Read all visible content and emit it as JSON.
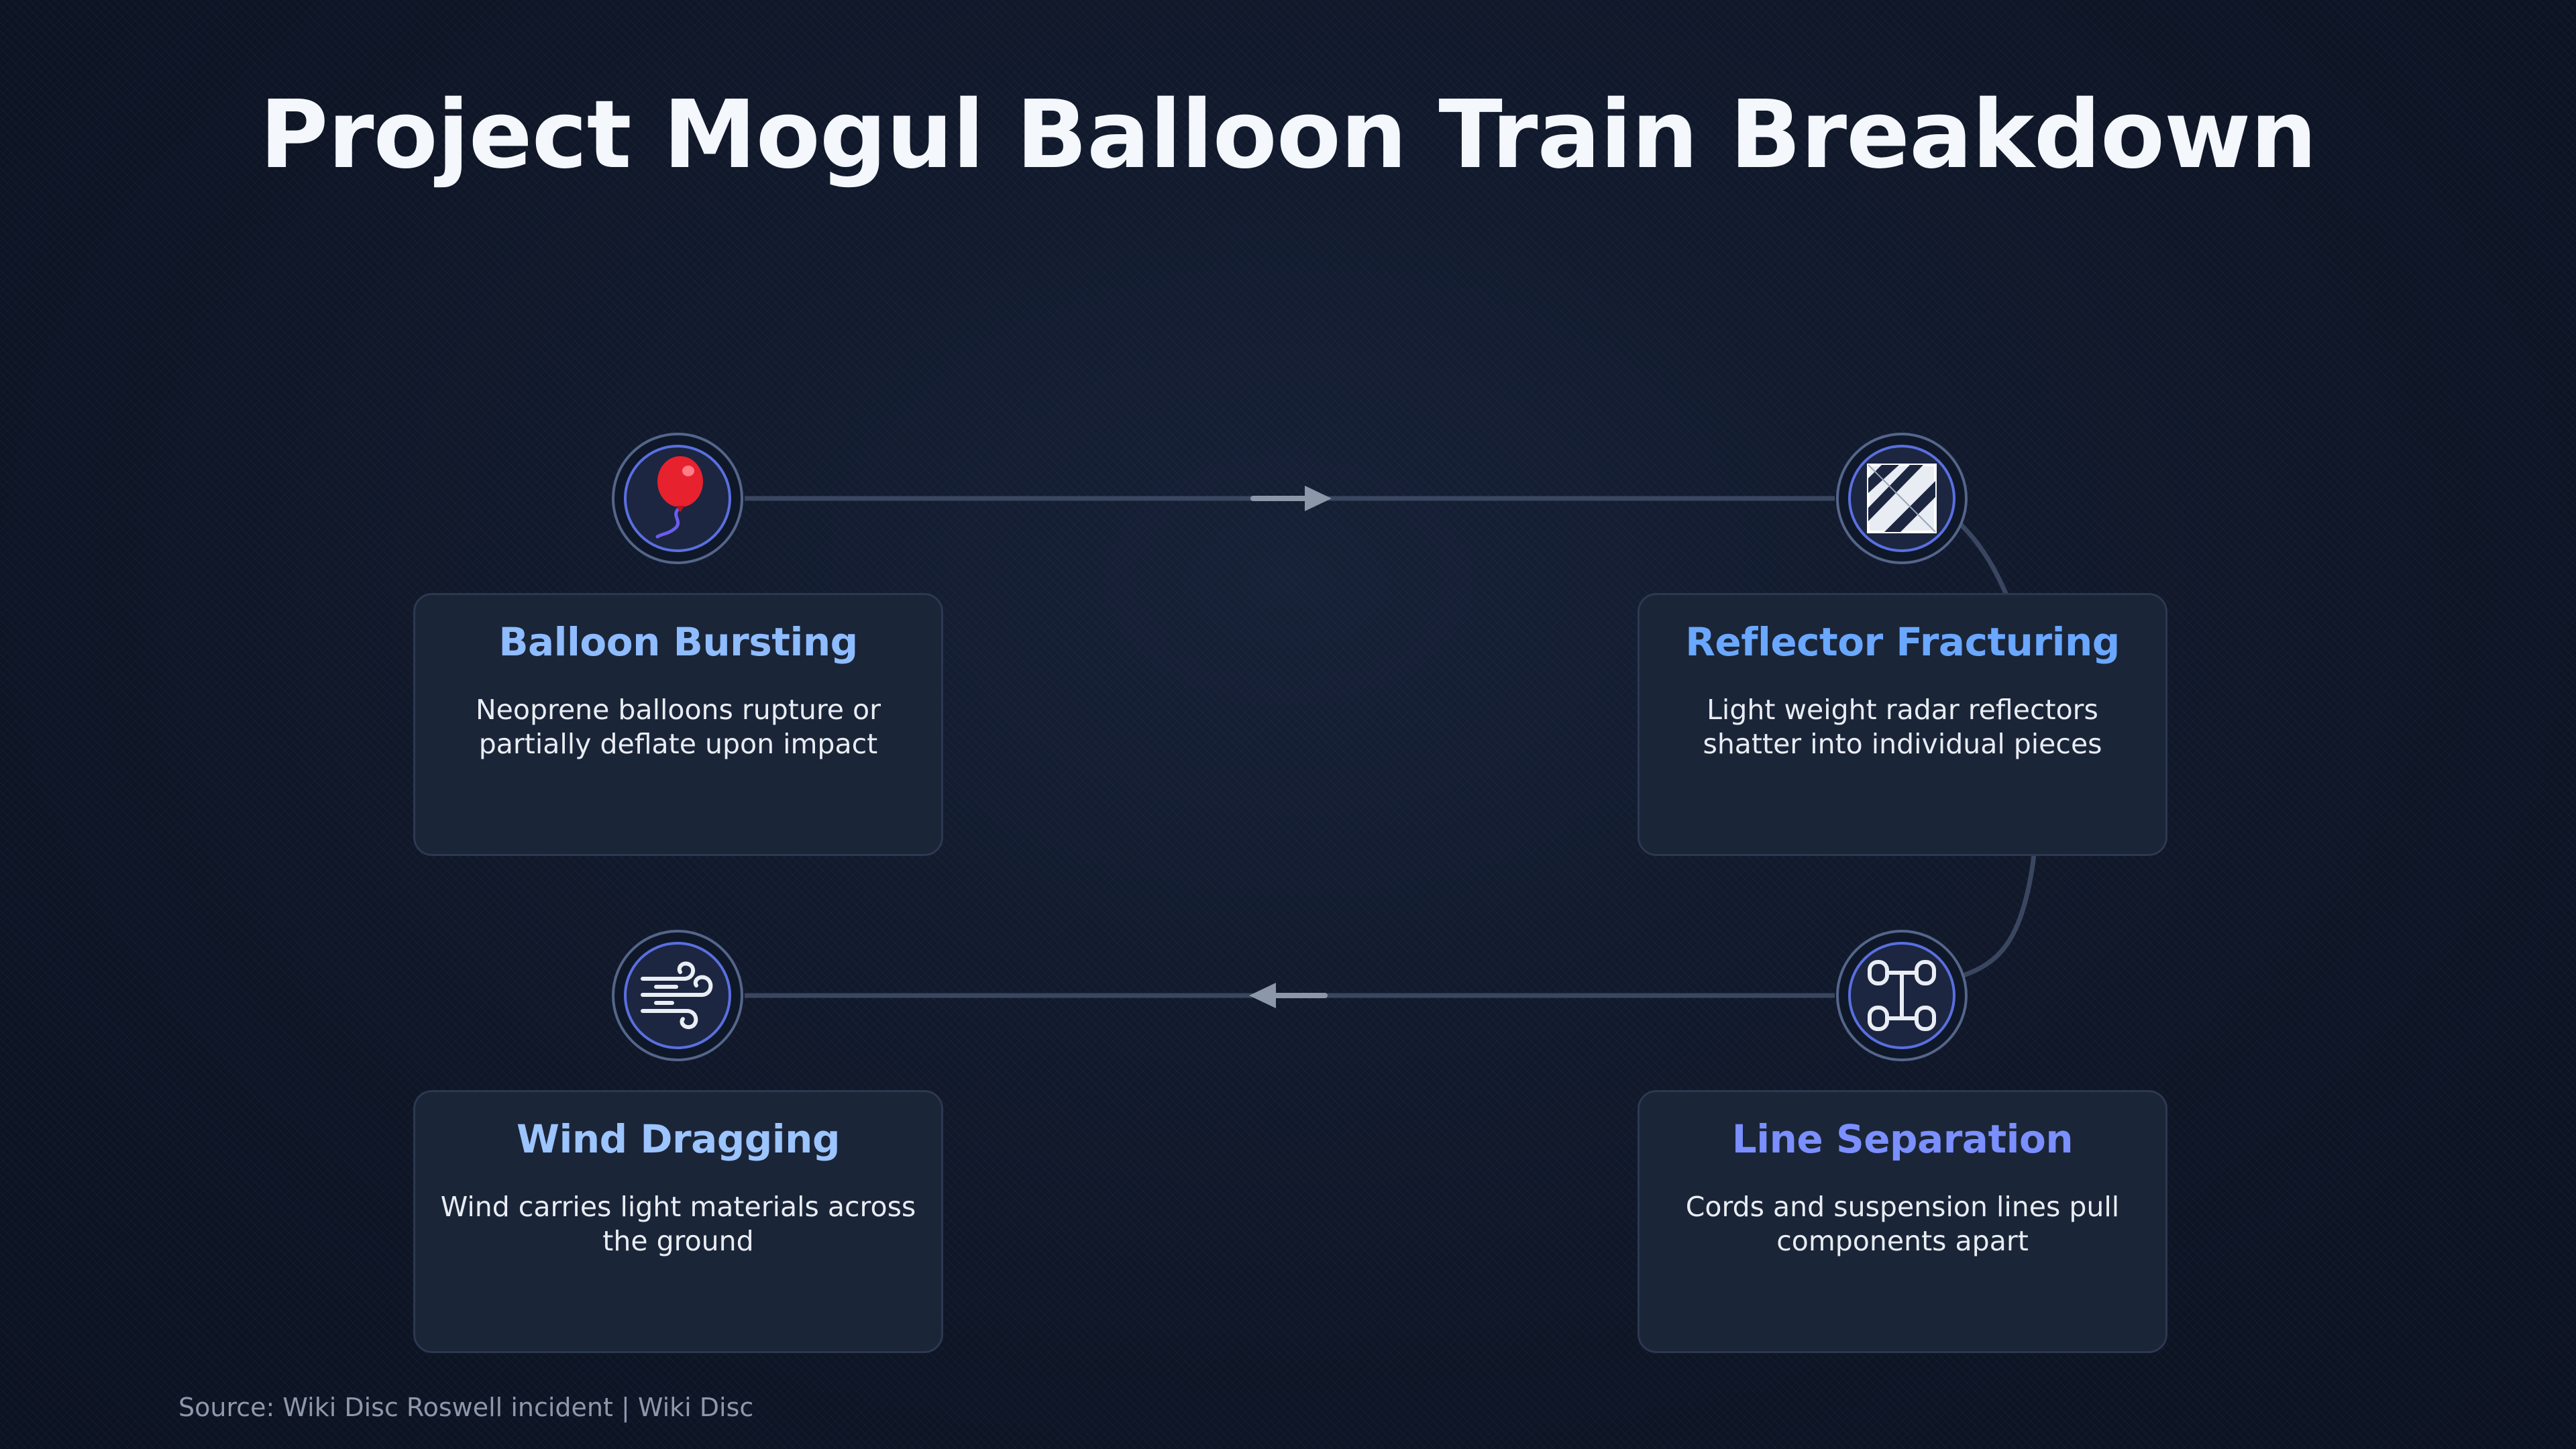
{
  "title": "Project Mogul Balloon Train Breakdown",
  "steps": [
    {
      "title": "Balloon Bursting",
      "description": "Neoprene balloons rupture or partially deflate upon impact",
      "icon": "balloon-icon",
      "title_color": "#8ebcff"
    },
    {
      "title": "Reflector Fracturing",
      "description": "Light weight radar reflectors shatter into individual pieces",
      "icon": "radar-reflector-icon",
      "title_color": "#6aa7ff"
    },
    {
      "title": "Line Separation",
      "description": "Cords and suspension lines pull components apart",
      "icon": "suspension-lines-icon",
      "title_color": "#7b8fff"
    },
    {
      "title": "Wind Dragging",
      "description": "Wind carries light materials across the ground",
      "icon": "wind-icon",
      "title_color": "#9cc4ff"
    }
  ],
  "source": "Source: Wiki Disc Roswell incident | Wiki Disc",
  "colors": {
    "background": "#0e1627",
    "card": "#1b2538",
    "connector": "#3a4660",
    "accent_ring": "#5a6fe0"
  }
}
